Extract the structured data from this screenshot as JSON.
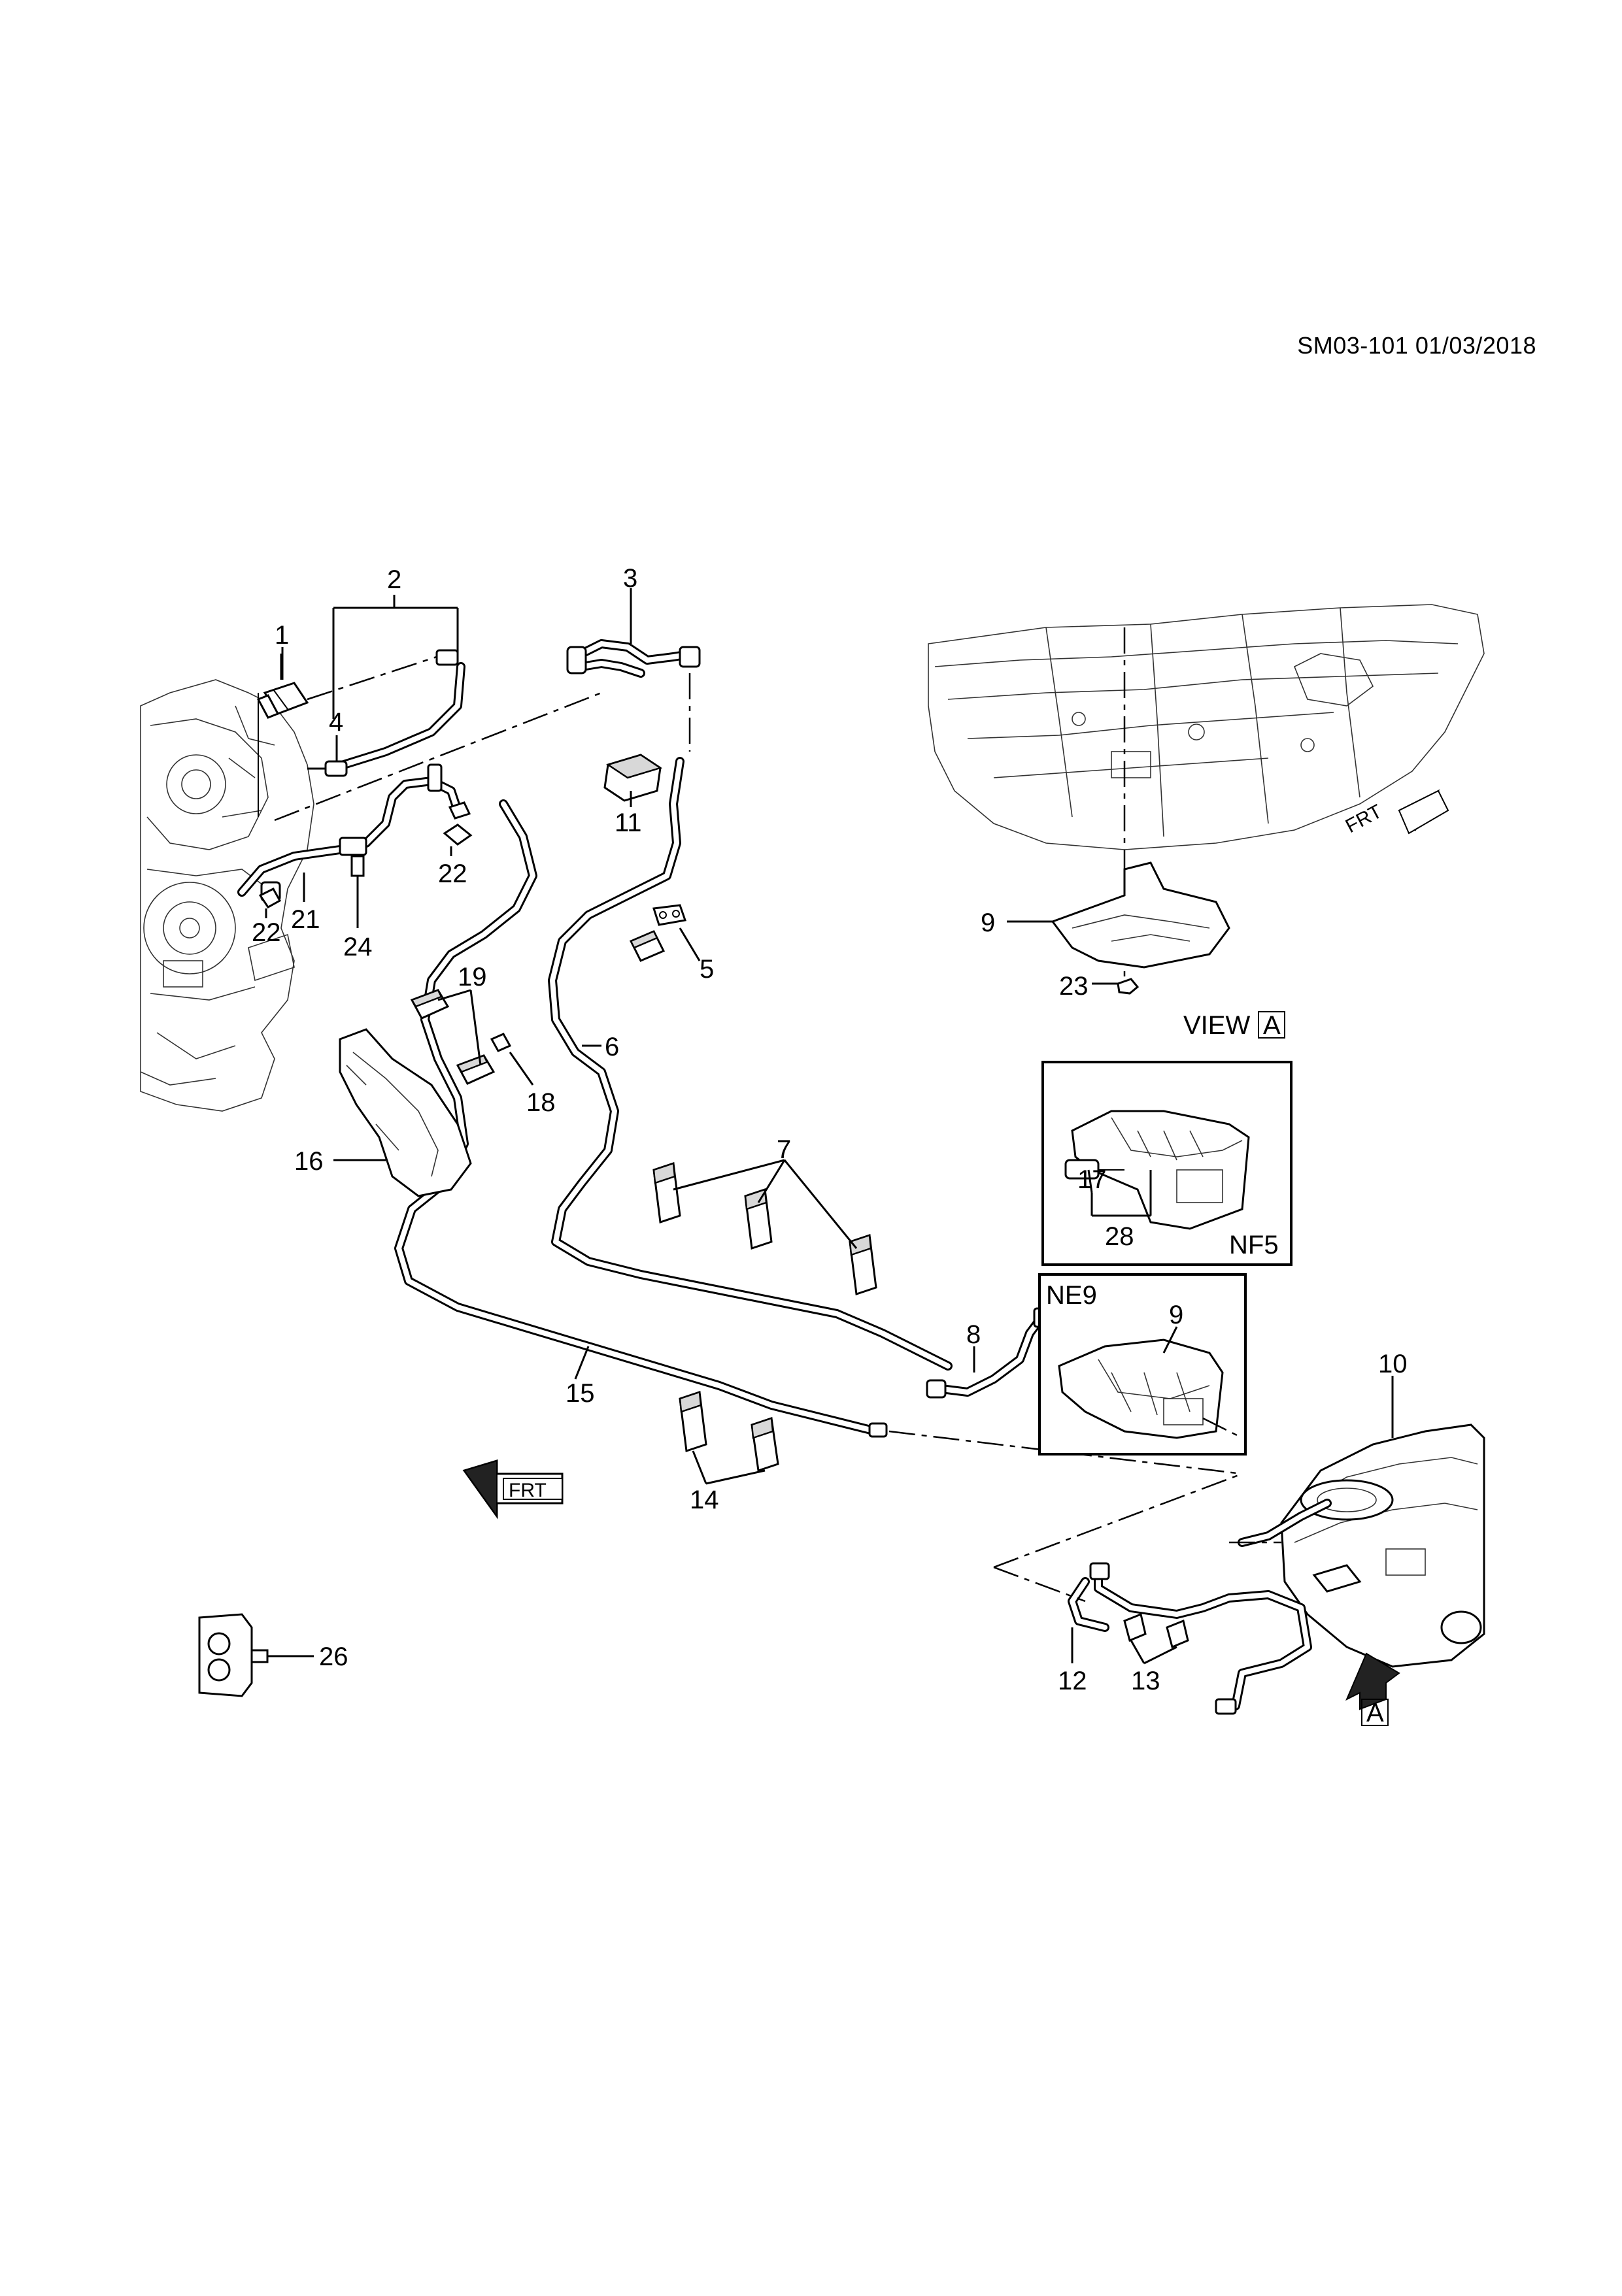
{
  "doc_id": "SM03-101 01/03/2018",
  "callouts": [
    "1",
    "2",
    "3",
    "4",
    "5",
    "6",
    "7",
    "8",
    "9",
    "10",
    "11",
    "12",
    "13",
    "14",
    "15",
    "16",
    "17",
    "18",
    "19",
    "21",
    "22",
    "23",
    "24",
    "26",
    "28"
  ],
  "view_label": "VIEW",
  "view_letter": "A",
  "insets": {
    "nf5": {
      "code": "NF5"
    },
    "ne9": {
      "code": "NE9"
    }
  },
  "arrows": {
    "frt_text": "FRT",
    "a_letter": "A"
  }
}
